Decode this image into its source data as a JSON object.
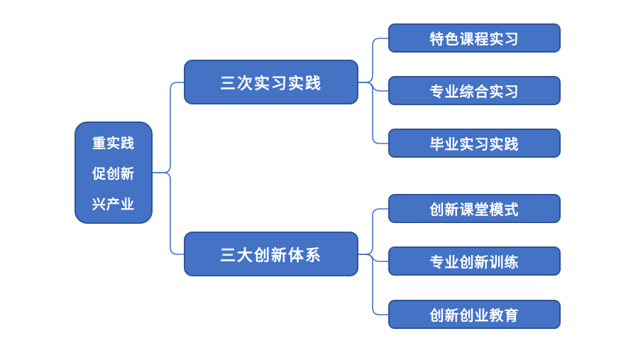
{
  "diagram": {
    "type": "tree-hierarchy",
    "root": {
      "lines": [
        "重实践",
        "促创新",
        "兴产业"
      ]
    },
    "branches": [
      {
        "label": "三次实习实践",
        "children": [
          {
            "label": "特色课程实习"
          },
          {
            "label": "专业综合实习"
          },
          {
            "label": "毕业实习实践"
          }
        ]
      },
      {
        "label": "三大创新体系",
        "children": [
          {
            "label": "创新课堂模式"
          },
          {
            "label": "专业创新训练"
          },
          {
            "label": "创新创业教育"
          }
        ]
      }
    ],
    "colors": {
      "node_fill": "#4472C4",
      "node_border": "#2F5597",
      "connector": "#4472C4",
      "text": "#FFFFFF",
      "background": "#FFFFFF"
    }
  }
}
